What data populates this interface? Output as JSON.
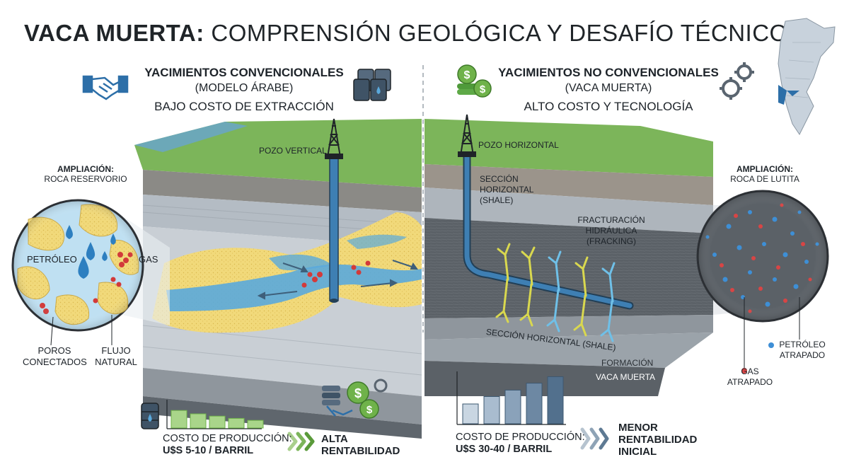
{
  "title": {
    "bold": "VACA MUERTA:",
    "rest": "COMPRENSIÓN GEOLÓGICA Y DESAFÍO TÉCNICO"
  },
  "left": {
    "heading": "YACIMIENTOS CONVENCIONALES",
    "subheading": "(MODELO ÁRABE)",
    "tagline": "BAJO COSTO DE EXTRACCIÓN",
    "well_label": "POZO VERTICAL",
    "zoom_title": "AMPLIACIÓN:",
    "zoom_subtitle": "ROCA RESERVORIO",
    "oil_label": "PETRÓLEO",
    "gas_label": "GAS",
    "pores_label_1": "POROS",
    "pores_label_2": "CONECTADOS",
    "flow_label_1": "FLUJO",
    "flow_label_2": "NATURAL",
    "cost_label": "COSTO DE PRODUCCIÓN:",
    "cost_value": "U$S 5-10 / BARRIL",
    "result_1": "ALTA",
    "result_2": "RENTABILIDAD",
    "cost_bars": [
      0.62,
      0.5,
      0.42,
      0.34,
      0.27
    ]
  },
  "right": {
    "heading": "YACIMIENTOS NO CONVENCIONALES",
    "subheading": "(VACA MUERTA)",
    "tagline": "ALTO COSTO Y TECNOLOGÍA",
    "well_label": "POZO HORIZONTAL",
    "section_label_1": "SECCIÓN",
    "section_label_2": "HORIZONTAL",
    "section_label_3": "(SHALE)",
    "frac_label_1": "FRACTURACIÓN",
    "frac_label_2": "HIDRÁULICA",
    "frac_label_3": "(FRACKING)",
    "section_bottom_label": "SECCIÓN HORIZONTAL (SHALE)",
    "formation_label_1": "FORMACIÓN",
    "formation_label_2": "VACA MUERTA",
    "zoom_title": "AMPLIACIÓN:",
    "zoom_subtitle": "ROCA DE LUTITA",
    "oil_trapped_1": "PETRÓLEO",
    "oil_trapped_2": "ATRAPADO",
    "gas_trapped_1": "GAS",
    "gas_trapped_2": "ATRAPADO",
    "cost_label": "COSTO DE PRODUCCIÓN:",
    "cost_value": "U$S 30-40 / BARRIL",
    "result_1": "MENOR",
    "result_2": "RENTABILIDAD",
    "result_3": "INICIAL",
    "cost_bars": [
      0.4,
      0.55,
      0.68,
      0.82,
      0.95
    ]
  },
  "colors": {
    "green_accent": "#6fb24a",
    "blue_accent": "#3e7fb3",
    "sand": "#f1d97a",
    "water": "#5aa9dc",
    "gas_red": "#d23a3a",
    "shale_dark": "#4b5157",
    "grass": "#7cb55a"
  },
  "icons": {
    "left_header": [
      "handshake-icon",
      "oil-barrels-icon"
    ],
    "right_header": [
      "coins-icon",
      "gears-icon",
      "argentina-map-icon"
    ],
    "left_footer": [
      "oil-barrel-icon",
      "money-handshake-icon",
      "chevron-right-icon"
    ],
    "right_footer": [
      "chevron-right-icon"
    ]
  }
}
